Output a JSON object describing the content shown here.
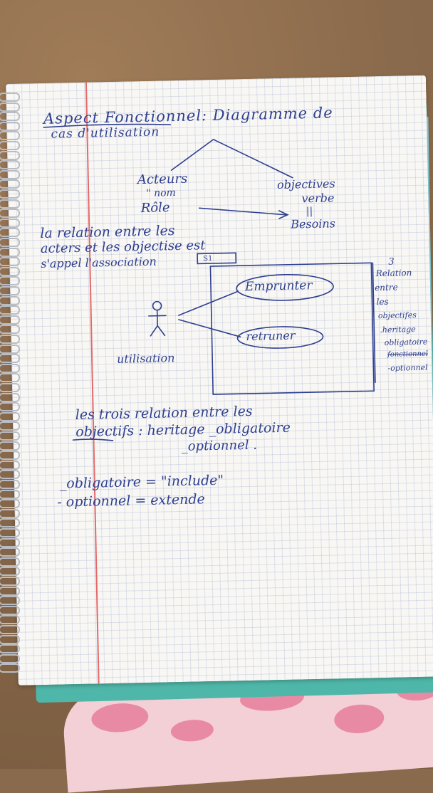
{
  "notebook": {
    "title_line1": "Aspect Fonctionnel: Diagramme de",
    "title_line2": "cas d'utilisation",
    "left_branch": {
      "line1": "Acteurs",
      "line2": "\" nom",
      "line3": "Rôle"
    },
    "right_branch": {
      "line1": "objectives",
      "line2": "verbe",
      "line3": "||",
      "line4": "Besoins"
    },
    "relation_note": {
      "line1": "la relation entre les",
      "line2": "acters et les objectise est",
      "line3": "s'appel l'association",
      "tag": "S1"
    },
    "diagram": {
      "usecase1": "Emprunter",
      "usecase2": "retruner",
      "actor_label": "utilisation"
    },
    "side_note": {
      "number": "3",
      "line1": "Relation",
      "line2": "entre",
      "line3": "les",
      "line4": "objectifes",
      "line5": ".heritage",
      "line6": "obligatoire",
      "line7": "fonctionnel",
      "line8": "-optionnel"
    },
    "summary": {
      "line1": "les trois relation entre les",
      "line2": "objectifs : heritage _obligatoire",
      "line3": "_optionnel ."
    },
    "definitions": {
      "line1": "_obligatoire = \"include\"",
      "line2": "- optionnel = extende"
    }
  }
}
